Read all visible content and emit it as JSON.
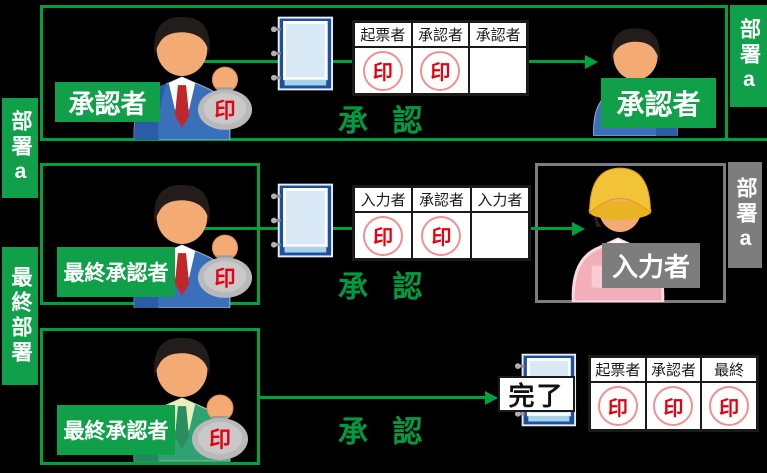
{
  "dept_labels": {
    "left_top": "部署a",
    "left_bottom": "最終部署",
    "right_top": "部署a",
    "right_middle": "部署a"
  },
  "row1": {
    "actor": "承認者",
    "target": "承認者",
    "approve": "承 認",
    "stamp": "印",
    "table": {
      "headers": [
        "起票者",
        "承認者",
        "承認者"
      ],
      "cells": [
        "印",
        "印",
        ""
      ]
    }
  },
  "row2": {
    "actor": "最終承認者",
    "target": "入力者",
    "approve": "承 認",
    "stamp": "印",
    "table": {
      "headers": [
        "入力者",
        "承認者",
        "入力者"
      ],
      "cells": [
        "印",
        "印",
        ""
      ]
    }
  },
  "row3": {
    "actor": "最終承認者",
    "complete": "完了",
    "approve": "承 認",
    "stamp": "印",
    "table": {
      "headers": [
        "起票者",
        "承認者",
        "最終"
      ],
      "cells": [
        "印",
        "印",
        "印"
      ]
    }
  },
  "colors": {
    "accent_green": "#11a04a",
    "border_green": "#00a13f",
    "approve_text_green": "#009b3f",
    "gray": "#7d7d7d",
    "seal_red": "#e60012",
    "notebook_blue": "#1e4f9e",
    "background": "#000000"
  }
}
